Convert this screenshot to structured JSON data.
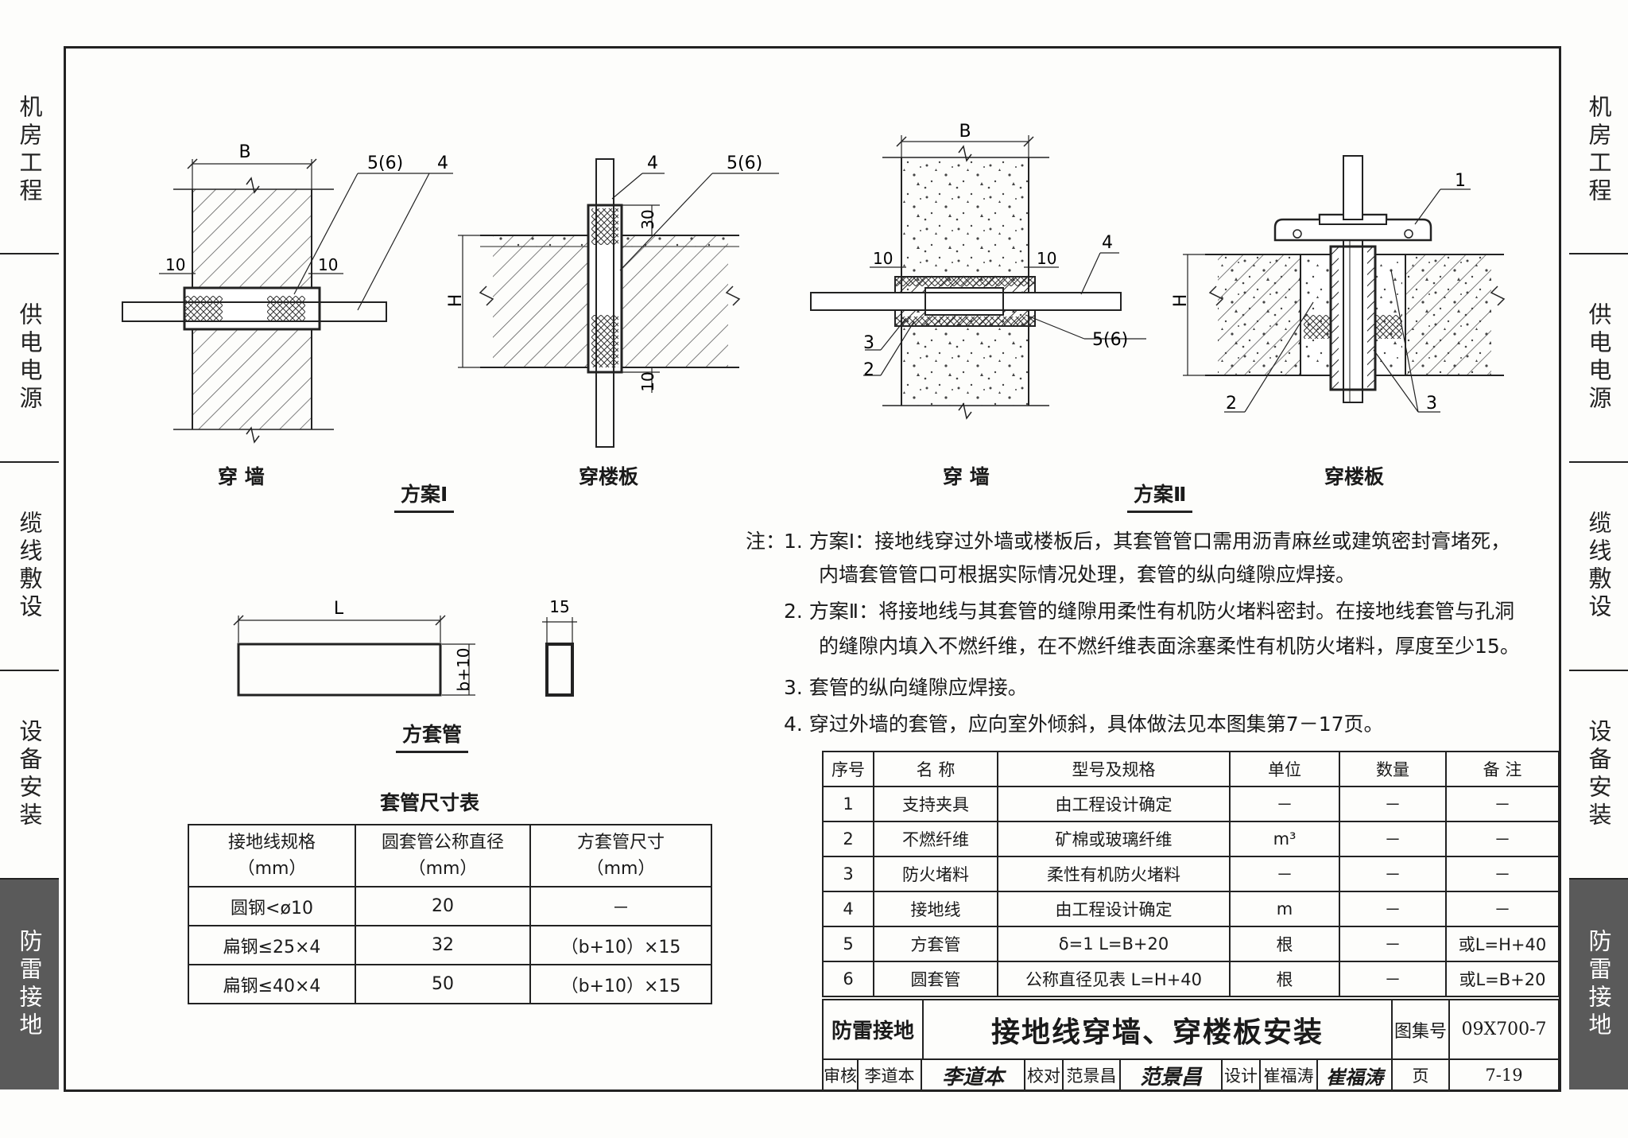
{
  "side_tabs": [
    {
      "label": "机房工程",
      "active": false
    },
    {
      "label": "供电电源",
      "active": false
    },
    {
      "label": "缆线敷设",
      "active": false
    },
    {
      "label": "设备安装",
      "active": false
    },
    {
      "label": "防雷接地",
      "active": true
    }
  ],
  "drawings": {
    "wall_caption_1": "穿  墙",
    "floor_caption_1": "穿楼板",
    "wall_caption_2": "穿  墙",
    "floor_caption_2": "穿楼板",
    "scheme_1": "方案Ⅰ",
    "scheme_2": "方案Ⅱ",
    "square_sleeve_caption": "方套管",
    "labels": {
      "b": "B",
      "h": "H",
      "l": "L",
      "d10": "10",
      "d30": "30",
      "d15": "15",
      "b_plus_10": "b+10",
      "n1": "1",
      "n2": "2",
      "n3": "3",
      "n4": "4",
      "n56": "5(6)"
    }
  },
  "notes": {
    "prefix": "注：",
    "items": [
      "1.  方案Ⅰ：接地线穿过外墙或楼板后，其套管管口需用沥青麻丝或建筑密封膏堵死，",
      "内墙套管管口可根据实际情况处理，套管的纵向缝隙应焊接。",
      "2.  方案Ⅱ：将接地线与其套管的缝隙用柔性有机防火堵料密封。在接地线套管与孔洞",
      "的缝隙内填入不燃纤维，在不燃纤维表面涂塞柔性有机防火堵料，厚度至少15。",
      "3.  套管的纵向缝隙应焊接。",
      "4.  穿过外墙的套管，应向室外倾斜，具体做法见本图集第7－17页。"
    ]
  },
  "sleeve_table": {
    "title": "套管尺寸表",
    "headers": [
      "接地线规格\n（mm）",
      "圆套管公称直径\n（mm）",
      "方套管尺寸\n（mm）"
    ],
    "rows": [
      [
        "圆钢<ø10",
        "20",
        "－"
      ],
      [
        "扁钢≤25×4",
        "32",
        "（b+10）×15"
      ],
      [
        "扁钢≤40×4",
        "50",
        "（b+10）×15"
      ]
    ]
  },
  "materials_table": {
    "headers": [
      "序号",
      "名  称",
      "型号及规格",
      "单位",
      "数量",
      "备  注"
    ],
    "rows": [
      [
        "1",
        "支持夹具",
        "由工程设计确定",
        "－",
        "－",
        "－"
      ],
      [
        "2",
        "不燃纤维",
        "矿棉或玻璃纤维",
        "m³",
        "－",
        "－"
      ],
      [
        "3",
        "防火堵料",
        "柔性有机防火堵料",
        "－",
        "－",
        "－"
      ],
      [
        "4",
        "接地线",
        "由工程设计确定",
        "m",
        "－",
        "－"
      ],
      [
        "5",
        "方套管",
        "δ=1    L=B+20",
        "根",
        "－",
        "或L=H+40"
      ],
      [
        "6",
        "圆套管",
        "公称直径见表  L=H+40",
        "根",
        "－",
        "或L=B+20"
      ]
    ]
  },
  "title_block": {
    "category": "防雷接地",
    "title": "接地线穿墙、穿楼板安装",
    "atlas_label": "图集号",
    "atlas_no": "09X700-7",
    "review_label": "审核",
    "reviewer": "李道本",
    "reviewer_sig": "李道本",
    "check_label": "校对",
    "checker": "范景昌",
    "checker_sig": "范景昌",
    "design_label": "设计",
    "designer": "崔福涛",
    "designer_sig": "崔福涛",
    "page_label": "页",
    "page_no": "7-19"
  }
}
